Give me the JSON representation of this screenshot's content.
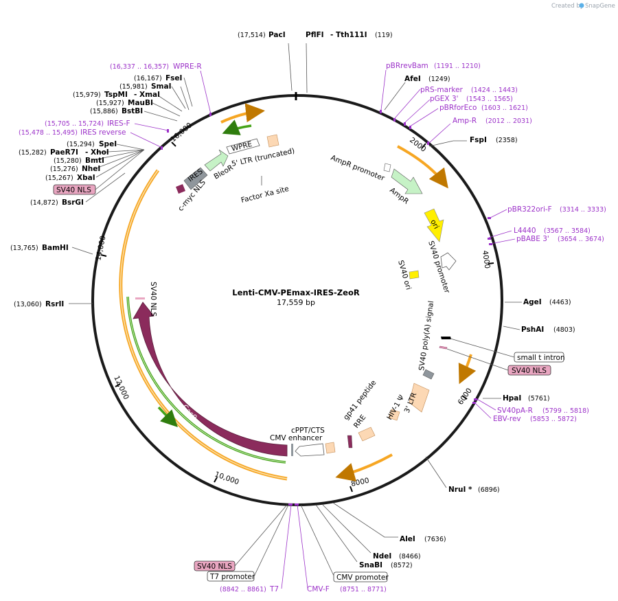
{
  "credit": {
    "text": "Created by",
    "brand": "SnapGene"
  },
  "plasmid": {
    "name": "Lenti-CMV-PEmax-IRES-ZeoR",
    "size": "17,559 bp"
  },
  "ticks": [
    "2000",
    "4000",
    "6000",
    "8000",
    "10,000",
    "12,000",
    "14,000",
    "16,000"
  ],
  "sites": [
    {
      "pos": "(17,514)",
      "name": "PacI"
    },
    {
      "pos": "",
      "name": "PflFI"
    },
    {
      "pos": "(119)",
      "name": "Tth111I"
    },
    {
      "pos": "(1249)",
      "name": "AfeI"
    },
    {
      "pos": "(2358)",
      "name": "FspI"
    },
    {
      "pos": "(4463)",
      "name": "AgeI"
    },
    {
      "pos": "(4803)",
      "name": "PshAI"
    },
    {
      "pos": "(5761)",
      "name": "HpaI"
    },
    {
      "pos": "(6896)",
      "name": "NruI *"
    },
    {
      "pos": "(7636)",
      "name": "AleI"
    },
    {
      "pos": "(8466)",
      "name": "NdeI"
    },
    {
      "pos": "(8572)",
      "name": "SnaBI"
    },
    {
      "pos": "(13,060)",
      "name": "RsrII"
    },
    {
      "pos": "(13,765)",
      "name": "BamHI"
    },
    {
      "pos": "(14,872)",
      "name": "BsrGI"
    },
    {
      "pos": "(15,267)",
      "name": "XbaI"
    },
    {
      "pos": "(15,276)",
      "name": "NheI"
    },
    {
      "pos": "(15,280)",
      "name": "BmtI"
    },
    {
      "pos": "(15,282)",
      "name": "PaeR7I"
    },
    {
      "pos": "",
      "name": "- XhoI"
    },
    {
      "pos": "(15,294)",
      "name": "SpeI"
    },
    {
      "pos": "(15,886)",
      "name": "BstBI"
    },
    {
      "pos": "(15,927)",
      "name": "MauBI"
    },
    {
      "pos": "(15,979)",
      "name": "TspMI"
    },
    {
      "pos": "",
      "name": "- XmaI"
    },
    {
      "pos": "(15,981)",
      "name": "SmaI"
    },
    {
      "pos": "(16,167)",
      "name": "FseI"
    }
  ],
  "primers": [
    {
      "name": "pBRrevBam",
      "pos": "(1191 .. 1210)"
    },
    {
      "name": "pRS-marker",
      "pos": "(1424 .. 1443)"
    },
    {
      "name": "pGEX 3'",
      "pos": "(1543 .. 1565)"
    },
    {
      "name": "pBRforEco",
      "pos": "(1603 .. 1621)"
    },
    {
      "name": "Amp-R",
      "pos": "(2012 .. 2031)"
    },
    {
      "name": "pBR322ori-F",
      "pos": "(3314 .. 3333)"
    },
    {
      "name": "L4440",
      "pos": "(3567 .. 3584)"
    },
    {
      "name": "pBABE 3'",
      "pos": "(3654 .. 3674)"
    },
    {
      "name": "SV40pA-R",
      "pos": "(5799 .. 5818)"
    },
    {
      "name": "EBV-rev",
      "pos": "(5853 .. 5872)"
    },
    {
      "name": "T7",
      "pos": "(8842 .. 8861)"
    },
    {
      "name": "CMV-F",
      "pos": "(8751 .. 8771)"
    },
    {
      "name": "WPRE-R",
      "pos": "(16,337 .. 16,357)"
    },
    {
      "name": "IRES-F",
      "pos": "(15,705 .. 15,724)"
    },
    {
      "name": "IRES reverse",
      "pos": "(15,478 .. 15,495)"
    }
  ],
  "boxed_labels": [
    "small t intron",
    "SV40 NLS",
    "SV40 NLS",
    "T7 promoter",
    "CMV promoter",
    "SV40 NLS"
  ],
  "features": [
    "AmpR promoter",
    "AmpR",
    "ori",
    "SV40 promoter",
    "SV40 ori",
    "SV40 poly(A) signal",
    "3' LTR",
    "HIV-1 Ψ",
    "gp41 peptide",
    "RRE",
    "cPPT/CTS",
    "CMV enhancer",
    "Cas9",
    "SV40 NLS",
    "c-myc NLS",
    "IRES",
    "BleoR",
    "WPRE",
    "5' LTR (truncated)",
    "Factor Xa site"
  ],
  "colors": {
    "ring": "#1a1a1a",
    "orf": "#f6a623",
    "orf_inner": "#45a318",
    "cas9": "#8b2b5c",
    "primer": "#9b30c8",
    "ampr": "#c6f2c6",
    "ori": "#ffef00",
    "ltr": "#fcd8b4",
    "nls": "#e9a6c1",
    "grey": "#8f969c"
  }
}
